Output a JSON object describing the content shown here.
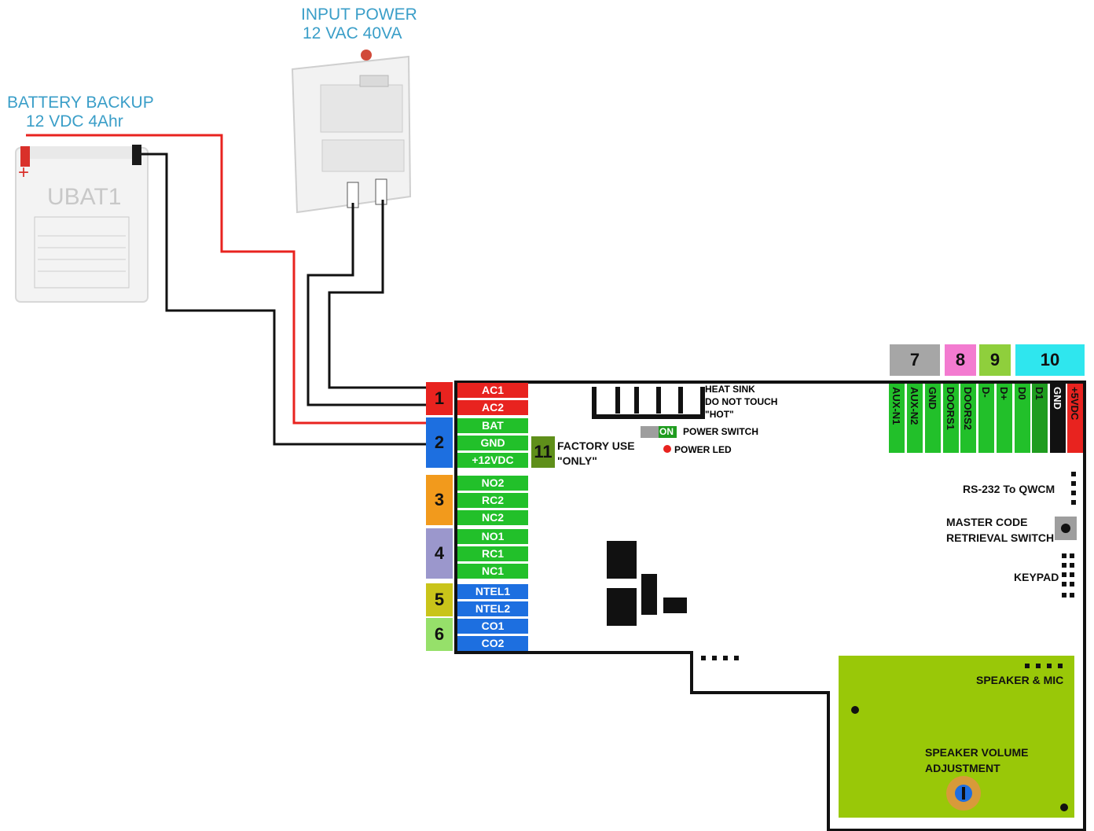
{
  "power": {
    "line1": "INPUT POWER",
    "line2": "12 VAC 40VA"
  },
  "battery": {
    "line1": "BATTERY BACKUP",
    "line2": "12 VDC 4Ahr",
    "model": "UBAT1",
    "plus": "+"
  },
  "terminal_groups": [
    {
      "num": "1",
      "color": "#e8231f",
      "terminals": [
        "AC1",
        "AC2"
      ]
    },
    {
      "num": "2",
      "color": "#1d6fe0",
      "terminals": [
        "BAT",
        "GND",
        "+12VDC"
      ]
    },
    {
      "num": "3",
      "color": "#f29a1c",
      "terminals": [
        "NO2",
        "RC2",
        "NC2"
      ]
    },
    {
      "num": "4",
      "color": "#9b97cc",
      "terminals": [
        "NO1",
        "RC1",
        "NC1"
      ]
    },
    {
      "num": "5",
      "color": "#c9c41a",
      "terminals": [
        "NTEL1",
        "NTEL2"
      ]
    },
    {
      "num": "6",
      "color": "#96e06a",
      "terminals": [
        "CO1",
        "CO2"
      ]
    }
  ],
  "factory": {
    "num": "11",
    "line1": "FACTORY USE",
    "line2": "\"ONLY\""
  },
  "heatsink": {
    "line1": "HEAT SINK",
    "line2": "DO NOT TOUCH",
    "line3": "\"HOT\""
  },
  "power_switch": {
    "on": "ON",
    "label": "POWER SWITCH"
  },
  "power_led": {
    "label": "POWER LED"
  },
  "top_groups": [
    {
      "num": "7",
      "color": "#a6a6a6"
    },
    {
      "num": "8",
      "color": "#f37bd0"
    },
    {
      "num": "9",
      "color": "#8fcf3c"
    },
    {
      "num": "10",
      "color": "#2fe6ee"
    }
  ],
  "top_terminals": [
    "AUX-N1",
    "AUX-N2",
    "GND",
    "DOORS1",
    "DOORS2",
    "D-",
    "D+",
    "D0",
    "D1",
    "GND",
    "+5VDC"
  ],
  "rs232": {
    "label": "RS-232 To QWCM"
  },
  "master_code": {
    "line1": "MASTER CODE",
    "line2": "RETRIEVAL SWITCH"
  },
  "keypad": {
    "label": "KEYPAD"
  },
  "speaker": {
    "label": "SPEAKER & MIC",
    "vol1": "SPEAKER VOLUME",
    "vol2": "ADJUSTMENT"
  },
  "colors": {
    "green": "#22c02a",
    "red_wire": "#e8231f",
    "black_wire": "#111111",
    "speaker_board": "#99c808"
  }
}
